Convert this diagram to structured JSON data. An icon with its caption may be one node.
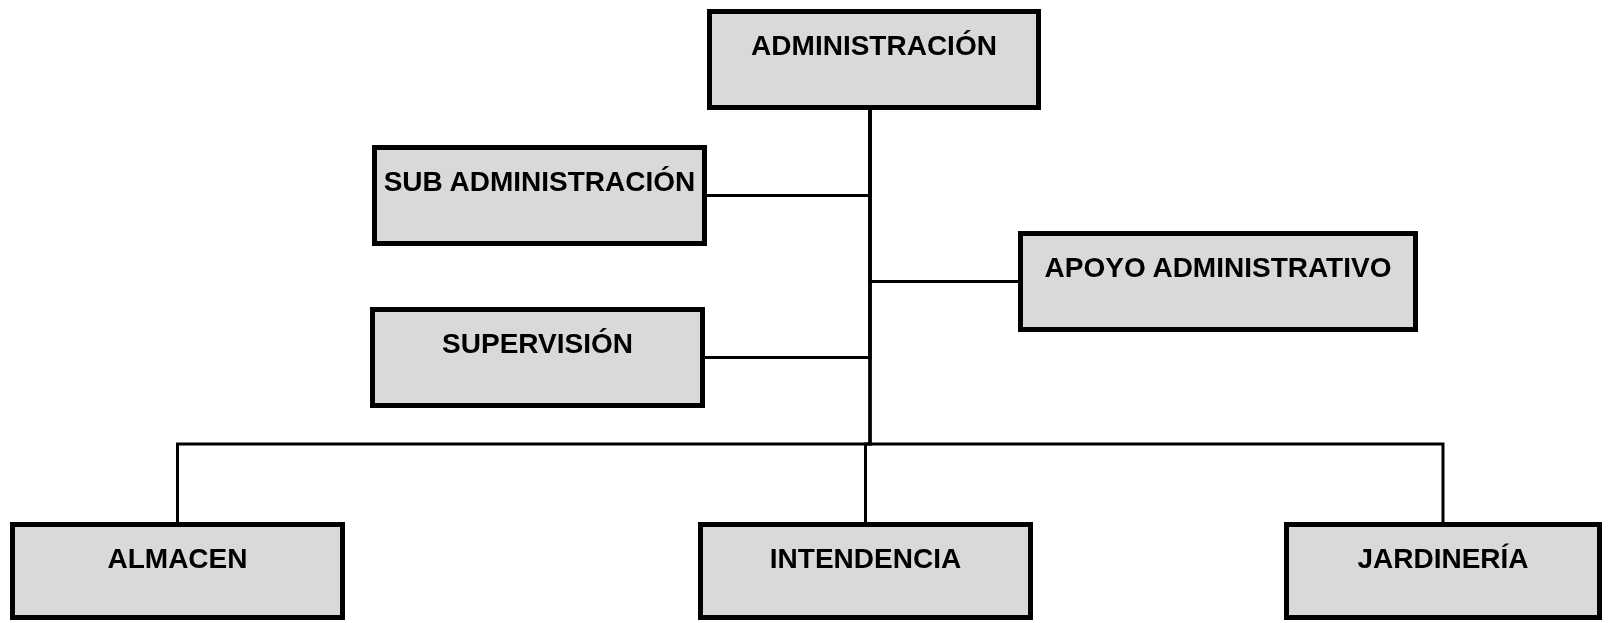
{
  "diagram": {
    "nodes": [
      {
        "text": [
          "ADMINISTRACIÓN"
        ]
      },
      {
        "text": [
          "SUB ADMINISTRACIÓN"
        ]
      },
      {
        "text": [
          "APOYO ADMINISTRATIVO"
        ]
      },
      {
        "text": [
          "SUPERVISIÓN"
        ]
      },
      {
        "text": [
          "ALMACEN"
        ]
      },
      {
        "text": [
          "INTENDENCIA"
        ]
      },
      {
        "text": [
          "JARDINERÍA"
        ]
      }
    ],
    "edges": [
      {
        "from": 0,
        "to": 1,
        "arrow": "none"
      },
      {
        "from": 0,
        "to": 2,
        "arrow": "none"
      },
      {
        "from": 0,
        "to": 3,
        "arrow": "none"
      },
      {
        "from": 0,
        "to": 4,
        "arrow": "none"
      },
      {
        "from": 0,
        "to": 5,
        "arrow": "none"
      },
      {
        "from": 0,
        "to": 6,
        "arrow": "none"
      }
    ]
  }
}
